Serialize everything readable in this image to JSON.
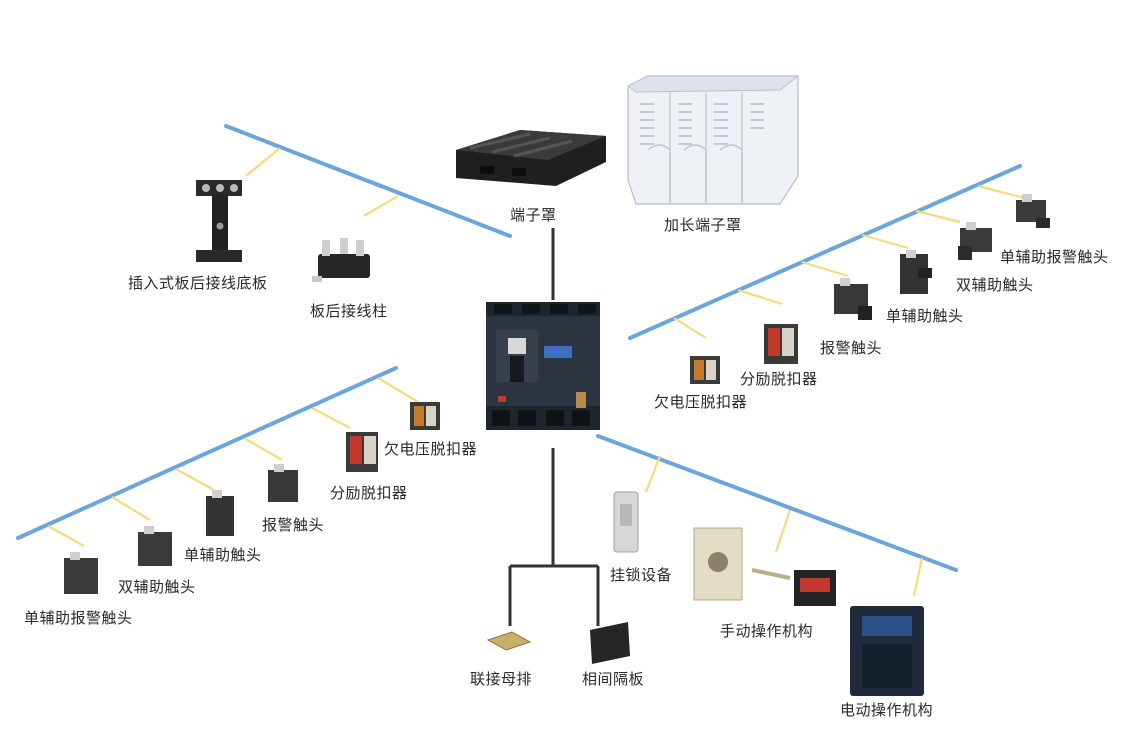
{
  "labels": {
    "terminal_cover": "端子罩",
    "extended_terminal_cover": "加长端子罩",
    "plugin_rear_base": "插入式板后接线底板",
    "rear_terminal_post": "板后接线柱",
    "right_single_aux_alarm": "单辅助报警触头",
    "right_double_aux": "双辅助触头",
    "right_single_aux": "单辅助触头",
    "right_alarm": "报警触头",
    "right_shunt_release": "分励脱扣器",
    "right_undervoltage_release": "欠电压脱扣器",
    "left_undervoltage_release": "欠电压脱扣器",
    "left_shunt_release": "分励脱扣器",
    "left_alarm": "报警触头",
    "left_single_aux": "单辅助触头",
    "left_double_aux": "双辅助触头",
    "left_single_aux_alarm": "单辅助报警触头",
    "padlock": "挂锁设备",
    "manual_operator": "手动操作机构",
    "motor_operator": "电动操作机构",
    "busbar_link": "联接母排",
    "phase_barrier": "相间隔板"
  },
  "colors": {
    "blue_line": "#6aa6dc",
    "yellow_link": "#f3dc7a",
    "connector": "#333333",
    "breaker_body": "#2b3440",
    "text": "#2a2a2a"
  }
}
